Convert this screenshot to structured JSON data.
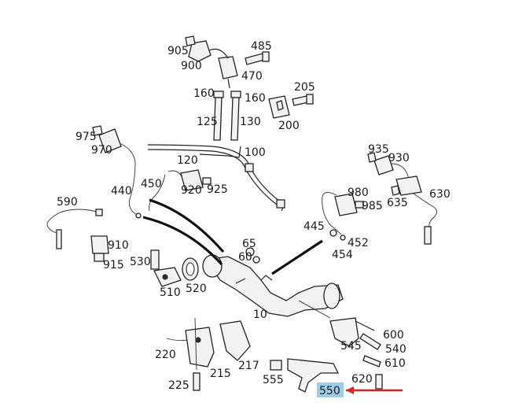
{
  "labels": {
    "p905": "905",
    "p900": "900",
    "p485": "485",
    "p470": "470",
    "p160a": "160",
    "p160b": "160",
    "p205": "205",
    "p125": "125",
    "p130": "130",
    "p200": "200",
    "p975": "975",
    "p970": "970",
    "p100": "100",
    "p120": "120",
    "p935": "935",
    "p930": "930",
    "p440": "440",
    "p450": "450",
    "p920": "920",
    "p925": "925",
    "p980": "980",
    "p630": "630",
    "p635": "635",
    "p985": "985",
    "p590": "590",
    "p445": "445",
    "p452": "452",
    "p454": "454",
    "p910": "910",
    "p915": "915",
    "p65": "65",
    "p60": "60",
    "p530": "530",
    "p510": "510",
    "p520": "520",
    "p10": "10",
    "p600": "600",
    "p545": "545",
    "p540": "540",
    "p610": "610",
    "p220": "220",
    "p215": "215",
    "p217": "217",
    "p555": "555",
    "p620": "620",
    "p225": "225",
    "p550": "550"
  },
  "highlight": {
    "part": "550",
    "color": "#9ccfe6",
    "arrow_color": "#e02020"
  }
}
